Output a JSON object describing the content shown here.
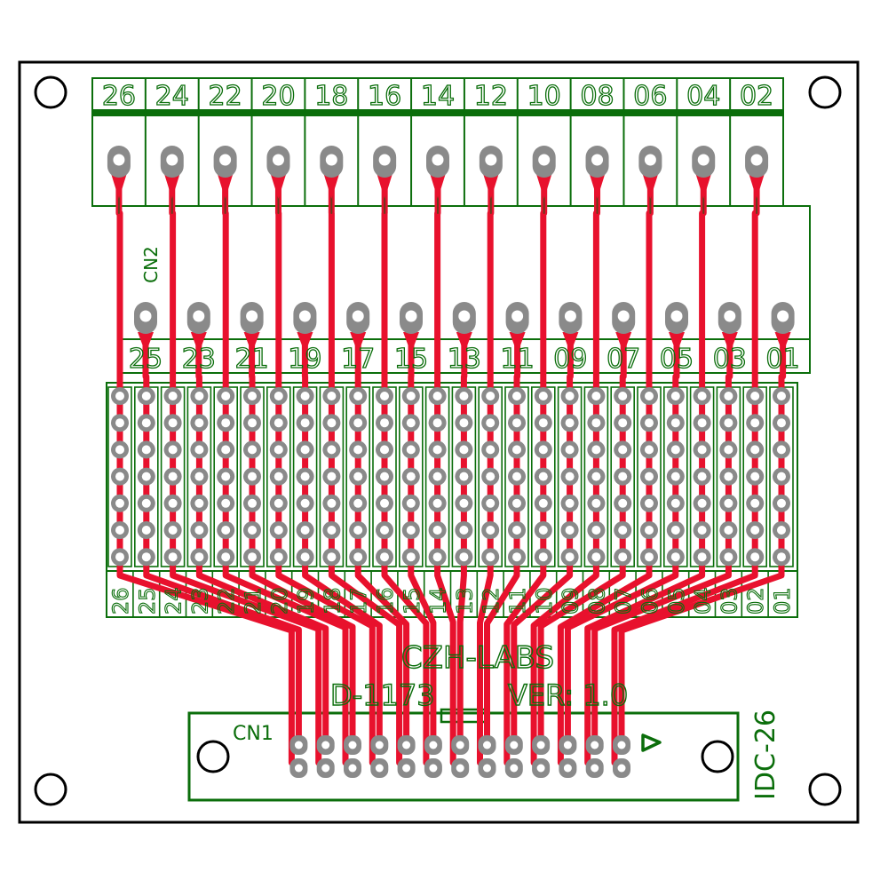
{
  "colors": {
    "silkscreen": "#0b6e0b",
    "trace": "#e8112d",
    "trace_core": "#6b3a1e",
    "pad": "#8a8a8a",
    "board_outline": "#000000",
    "background": "#ffffff"
  },
  "cn2": {
    "designator": "CN2",
    "top_labels": [
      "26",
      "24",
      "22",
      "20",
      "18",
      "16",
      "14",
      "12",
      "10",
      "08",
      "06",
      "04",
      "02"
    ],
    "bottom_labels": [
      "25",
      "23",
      "21",
      "19",
      "17",
      "15",
      "13",
      "11",
      "09",
      "07",
      "05",
      "03",
      "01"
    ]
  },
  "proto": {
    "column_labels": [
      "26",
      "25",
      "24",
      "23",
      "22",
      "21",
      "20",
      "19",
      "18",
      "17",
      "16",
      "15",
      "14",
      "13",
      "12",
      "11",
      "10",
      "09",
      "08",
      "07",
      "06",
      "05",
      "04",
      "03",
      "02",
      "01"
    ],
    "rows": 7
  },
  "branding": {
    "maker": "CZH-LABS",
    "part_number": "D-1173",
    "version": "VER: 1.0"
  },
  "cn1": {
    "designator": "CN1",
    "type": "IDC-26",
    "pin1_marker": "triangle"
  },
  "mounting_holes": 6
}
